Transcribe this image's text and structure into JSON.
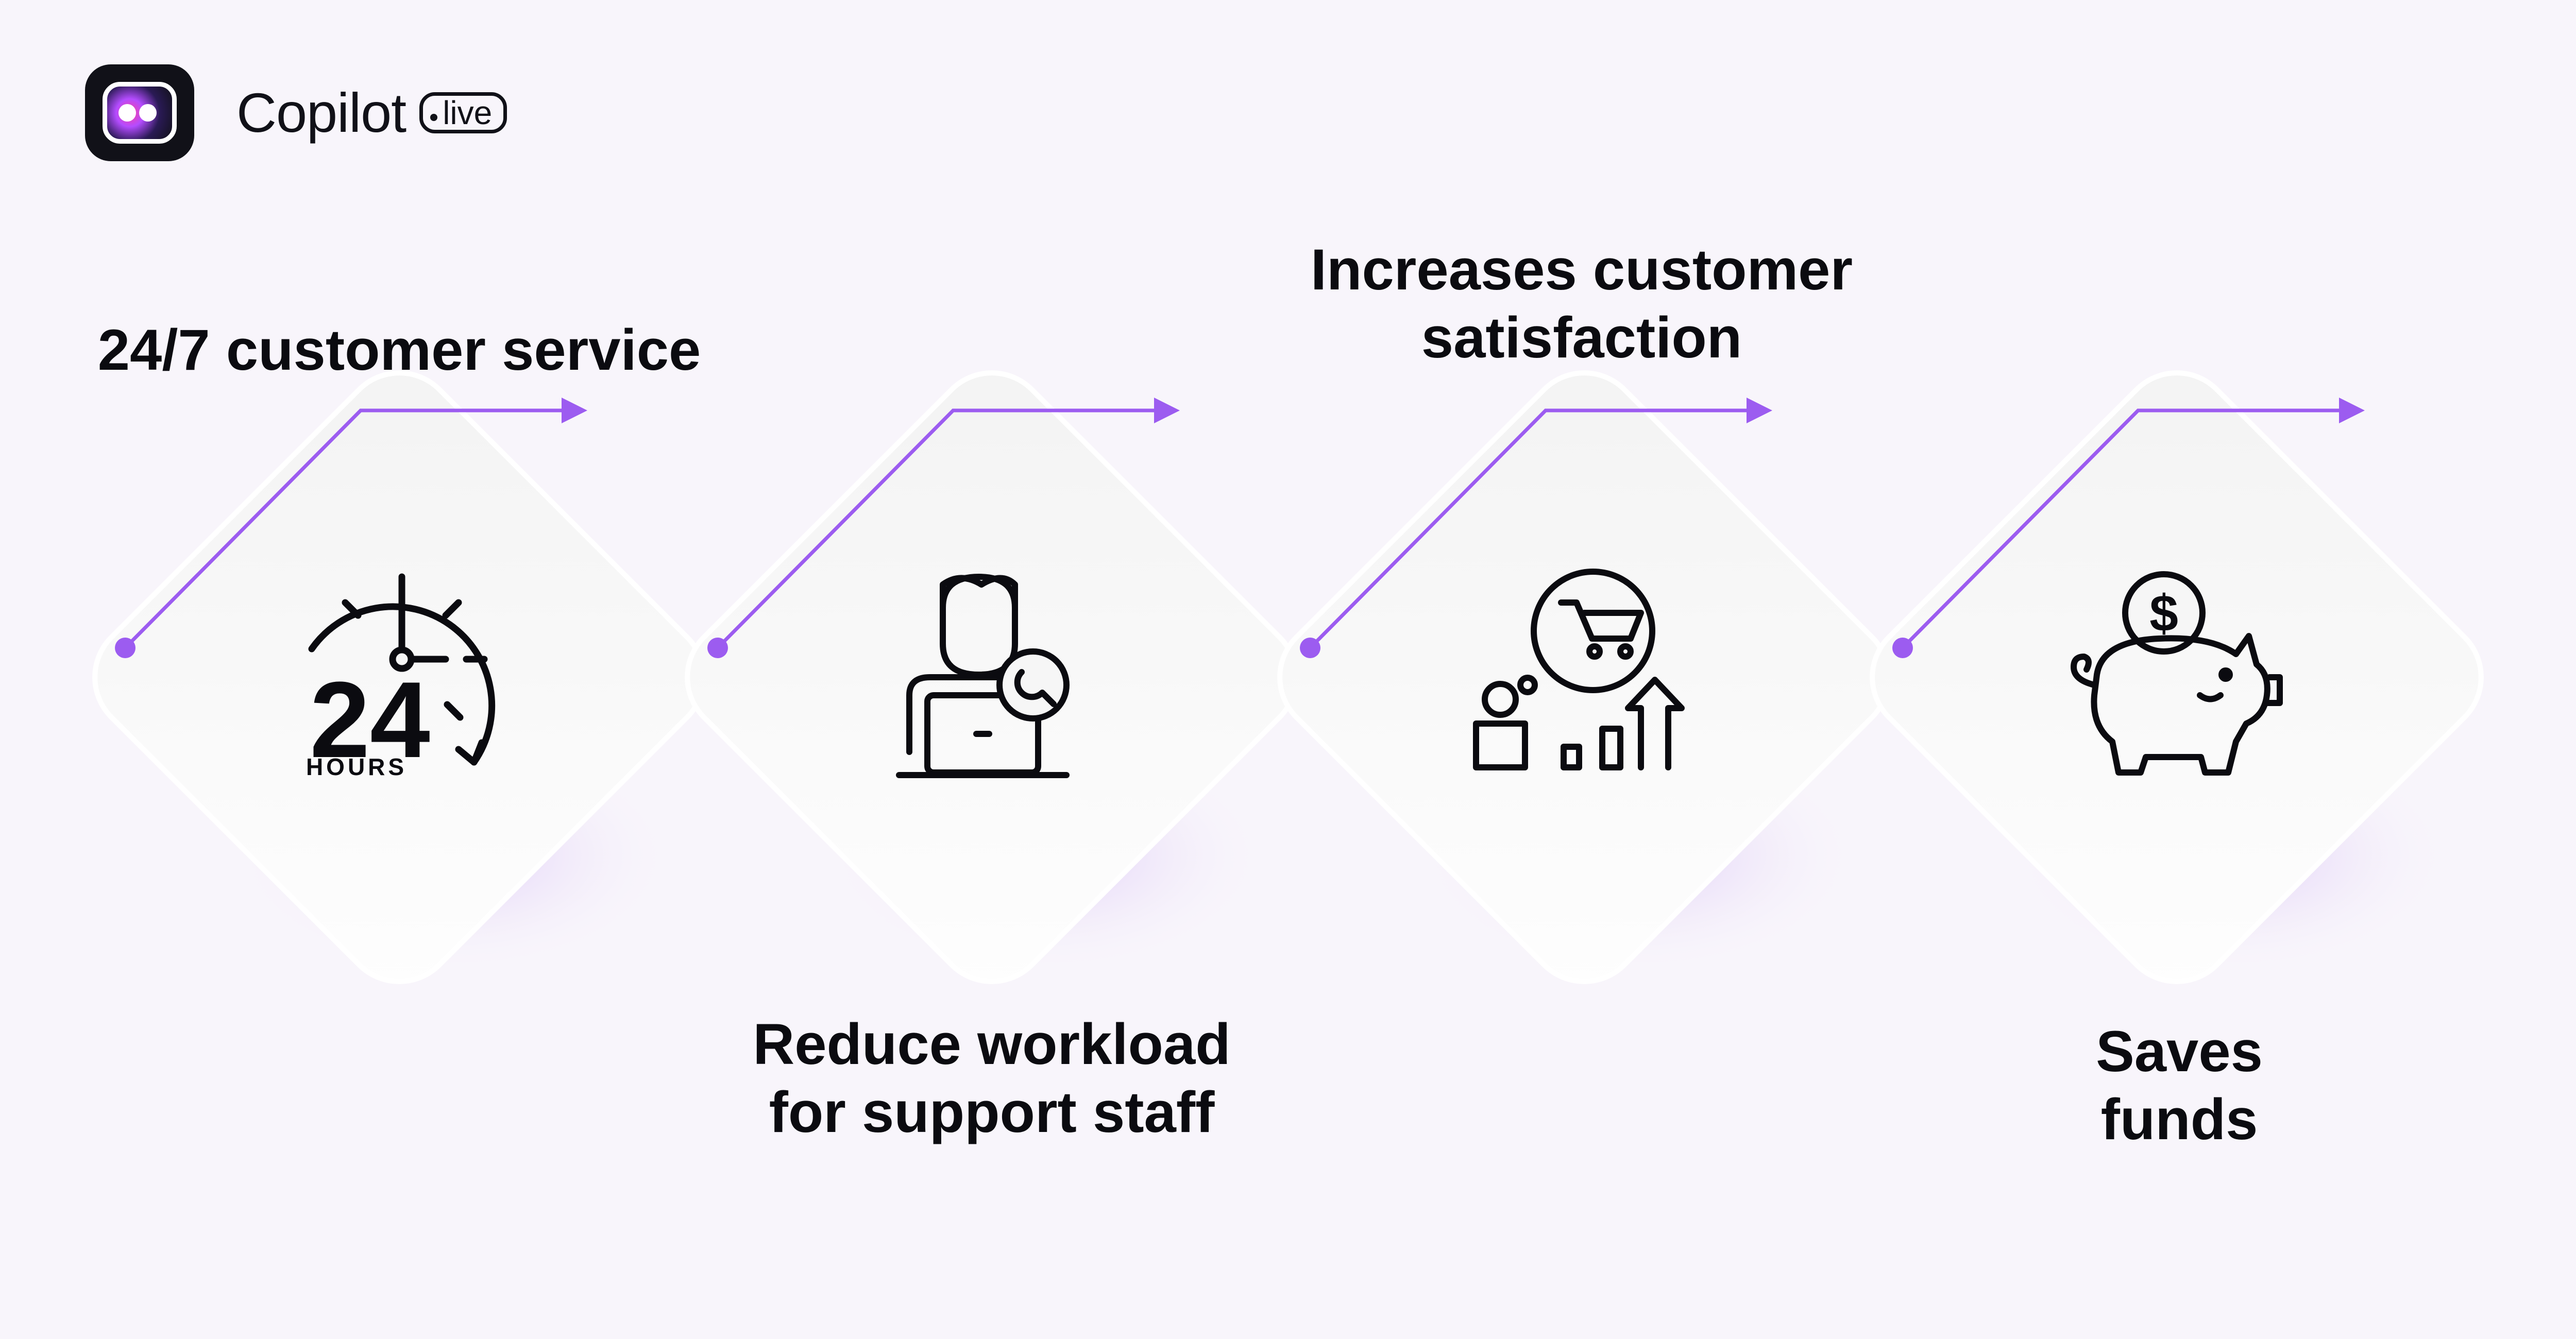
{
  "brand": {
    "name": "Copilot",
    "badge": "live",
    "accent_color": "#9c5cf0"
  },
  "steps": [
    {
      "label": "24/7 customer service",
      "icon": "clock-24-hours-icon",
      "icon_text": "24",
      "icon_subtext": "HOURS"
    },
    {
      "label": "Reduce workload\nfor support staff",
      "icon": "support-agent-laptop-icon"
    },
    {
      "label": "Increases customer\nsatisfaction",
      "icon": "customer-satisfaction-icon"
    },
    {
      "label": "Saves\nfunds",
      "icon": "piggy-bank-icon",
      "icon_text": "$"
    }
  ]
}
